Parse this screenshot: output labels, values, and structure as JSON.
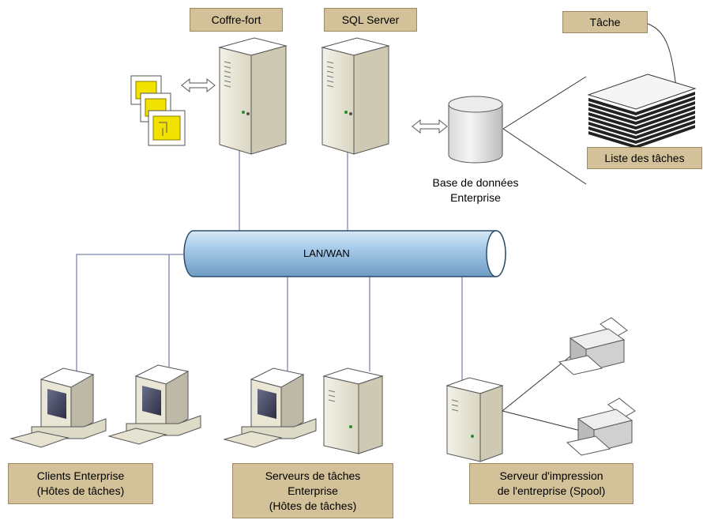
{
  "labels": {
    "vault": "Coffre-fort",
    "sql_server": "SQL Server",
    "task": "Tâche",
    "task_list": "Liste des tâches",
    "database_line1": "Base de données",
    "database_line2": "Enterprise",
    "network": "LAN/WAN",
    "clients_line1": "Clients Enterprise",
    "clients_line2": "(Hôtes de tâches)",
    "task_servers_line1": "Serveurs de tâches",
    "task_servers_line2": "Enterprise",
    "task_servers_line3": "(Hôtes de tâches)",
    "print_server_line1": "Serveur d'impression",
    "print_server_line2": "de l'entreprise (Spool)"
  },
  "colors": {
    "tag_fill": "#d2c199",
    "server_fill": "#e9e6d6",
    "pipe_fill": "#a9cdea",
    "line": "#7f86b0"
  }
}
